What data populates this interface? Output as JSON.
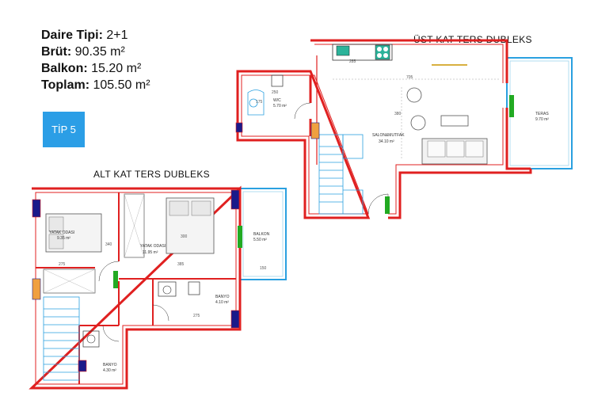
{
  "info": {
    "daire_label": "Daire Tipi:",
    "daire_value": "2+1",
    "brut_label": "Brüt:",
    "brut_value": "90.35 m²",
    "balkon_label": "Balkon:",
    "balkon_value": "15.20 m²",
    "toplam_label": "Toplam:",
    "toplam_value": "105.50 m²"
  },
  "tip_badge": "TİP 5",
  "upper_title": "ÜST KAT TERS DUBLEKS",
  "lower_title": "ALT KAT TERS DUBLEKS",
  "rooms": {
    "wc_name": "W/C",
    "wc_area": "5.70 m²",
    "salon_name": "SALON&MUTFAK",
    "salon_area": "34.10 m²",
    "teras_name": "TERAS",
    "teras_area": "9.70 m²",
    "yatak1_name": "YATAK ODASI",
    "yatak1_area": "9.35 m²",
    "yatak2_name": "YATAK ODASI",
    "yatak2_area": "11.95 m²",
    "balkon_name": "BALKON",
    "balkon_area": "5.50 m²",
    "banyo1_name": "BANYO",
    "banyo1_area": "4.10 m²",
    "banyo2_name": "BANYO",
    "banyo2_area": "4.30 m²"
  },
  "dims": {
    "d285": "285",
    "d705": "705",
    "d250": "250",
    "d175": "175",
    "d380": "380",
    "d340": "340",
    "d275a": "275",
    "d385": "385",
    "d150": "150",
    "d275b": "275",
    "d300": "300"
  },
  "colors": {
    "wall": "#e02020",
    "window": "#2aa0e0",
    "door_mark": "#1a1a8a",
    "green": "#22aa22"
  }
}
